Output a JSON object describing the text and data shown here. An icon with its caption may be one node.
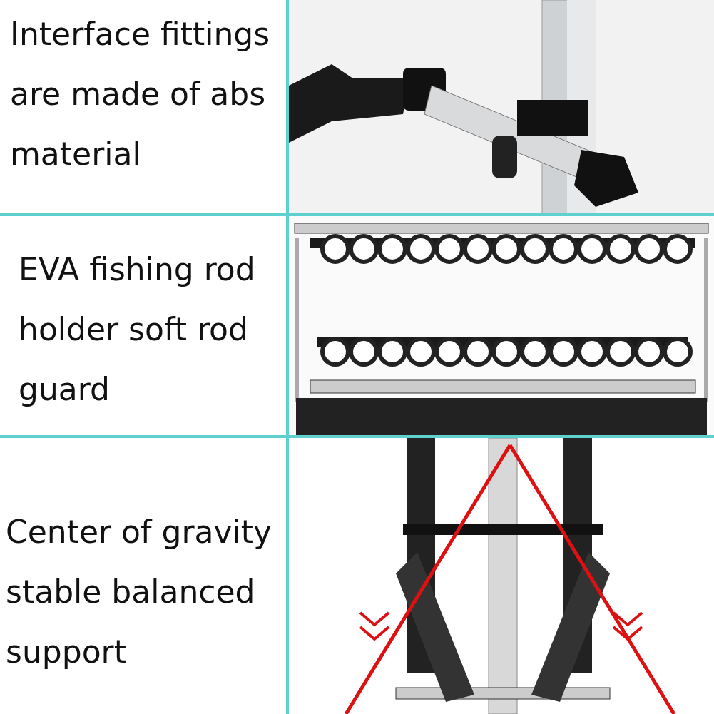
{
  "diagram": {
    "labels": [
      "Interface fittings are made of abs material",
      "EVA fishing rod holder soft rod guard",
      "Center of gravity stable balanced support"
    ]
  }
}
